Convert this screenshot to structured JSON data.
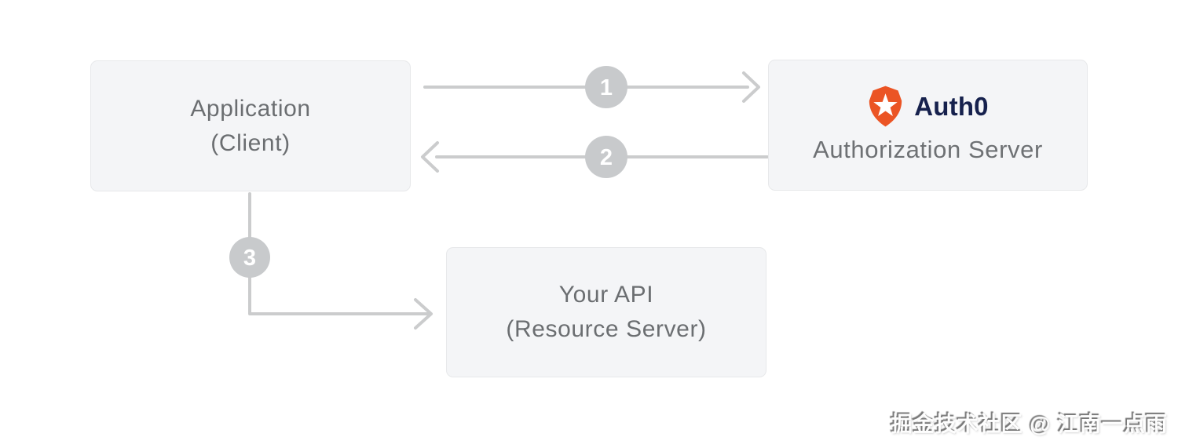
{
  "diagram": {
    "boxes": {
      "application": {
        "line1": "Application",
        "line2": "(Client)"
      },
      "auth_server": {
        "brand": "Auth0",
        "label": "Authorization Server"
      },
      "api": {
        "line1": "Your API",
        "line2": "(Resource Server)"
      }
    },
    "steps": {
      "one": "1",
      "two": "2",
      "three": "3"
    },
    "colors": {
      "box_fill": "#f4f5f7",
      "box_border": "#e7e8ea",
      "box_text": "#6b6e71",
      "arrow_gray": "#cbcccd",
      "step_circle_gray": "#c8cacc",
      "step_number_white": "#ffffff",
      "auth0_navy": "#16214d",
      "auth0_orange": "#eb5424"
    },
    "watermark": "掘金技术社区 @ 江南一点雨"
  }
}
